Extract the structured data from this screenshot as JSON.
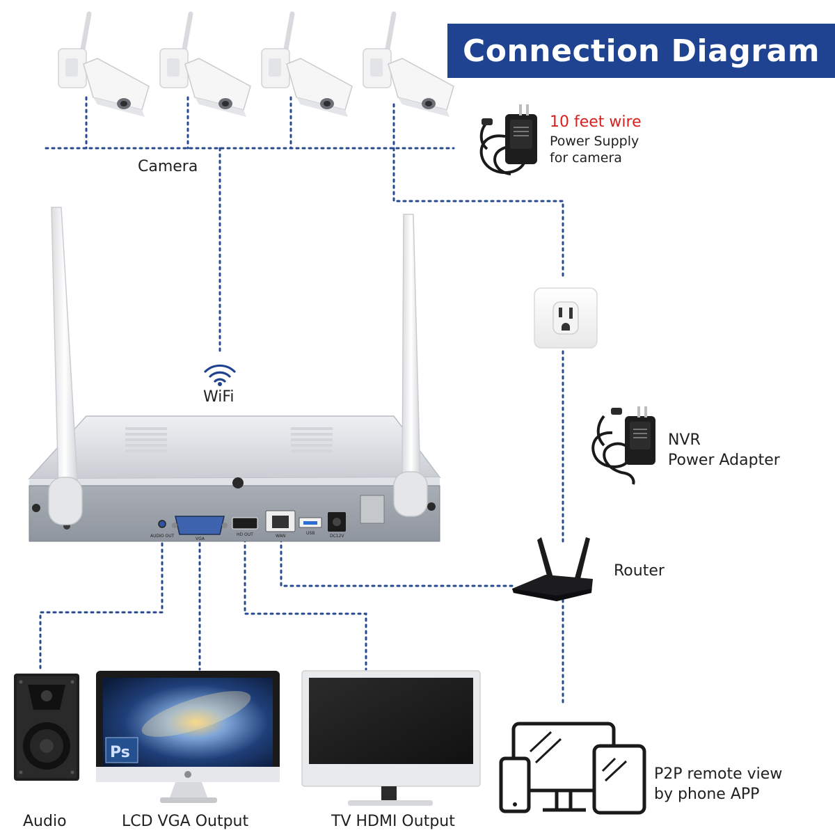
{
  "title": "Connection Diagram",
  "labels": {
    "camera": "Camera",
    "power_highlight": "10 feet wire",
    "power_line1": "Power Supply",
    "power_line2": "for camera",
    "wifi": "WiFi",
    "nvr_line1": "NVR",
    "nvr_line2": "Power Adapter",
    "router": "Router",
    "audio": "Audio",
    "lcd": "LCD VGA Output",
    "tv": "TV HDMI Output",
    "p2p_line1": "P2P remote view",
    "p2p_line2": "by phone APP"
  },
  "port_labels": {
    "audio_out": "AUDIO OUT",
    "vga": "VGA",
    "hd_out": "HD OUT",
    "wan": "WAN",
    "usb": "USB",
    "dc12v": "DC12V"
  },
  "monitor_badge": "Ps",
  "colors": {
    "title_bg": "#1f4390",
    "dotted_line": "#2a4a8f",
    "highlight_red": "#d81f1f"
  }
}
